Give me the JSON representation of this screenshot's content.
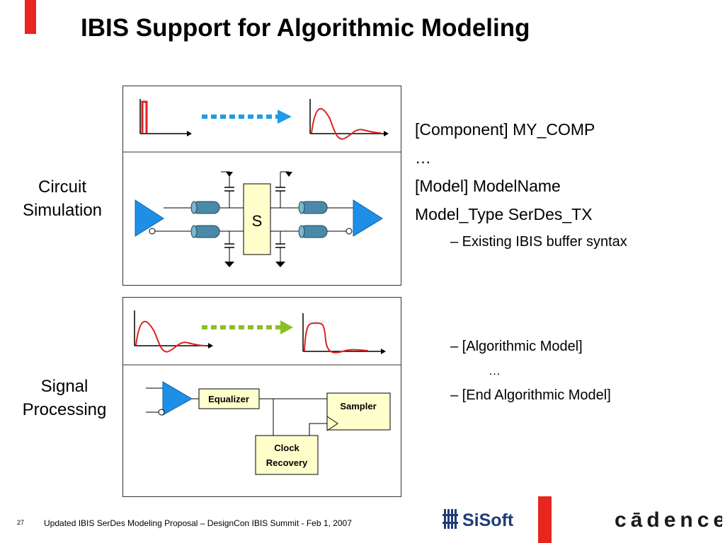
{
  "slide": {
    "title": "IBIS Support for Algorithmic Modeling",
    "footer_number": "27",
    "footer_text": "Updated IBIS SerDes Modeling Proposal – DesignCon IBIS Summit - Feb 1, 2007"
  },
  "labels": {
    "circuit": [
      "Circuit",
      "Simulation"
    ],
    "signal": [
      "Signal",
      "Processing"
    ]
  },
  "circuit_diagram": {
    "switch_label": "S"
  },
  "signal_diagram": {
    "equalizer": "Equalizer",
    "sampler": "Sampler",
    "clock": [
      "Clock",
      "Recovery"
    ]
  },
  "spec": {
    "line1": "[Component] MY_COMP",
    "line2": "…",
    "line3": "[Model] ModelName",
    "line4": "Model_Type SerDes_TX",
    "sub1": "–  Existing IBIS buffer syntax",
    "sub2": "–  [Algorithmic Model]",
    "sub3": "…",
    "sub4": "–  [End Algorithmic Model]"
  },
  "logos": {
    "sisoft": "SiSoft",
    "cadence": "cādence"
  },
  "colors": {
    "accent": "#e8251e",
    "arrow_blue": "#1f9be8",
    "arrow_green": "#8cbf26",
    "buffer_blue": "#1e8fe6",
    "box_fill": "#ffffcc",
    "waveform": "#e02020"
  }
}
